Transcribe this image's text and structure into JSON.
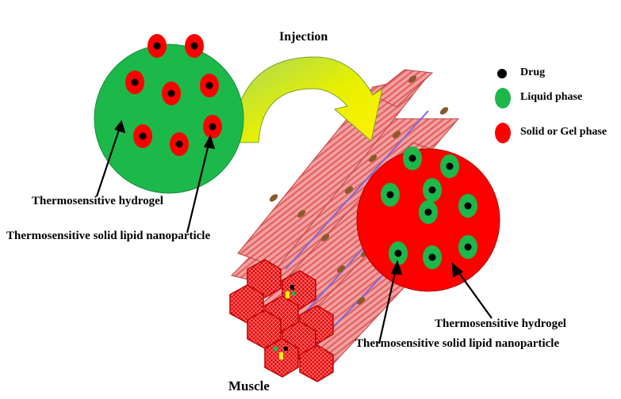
{
  "labels": {
    "injection": "Injection",
    "muscle": "Muscle",
    "left_hydrogel": "Thermosensitive  hydrogel",
    "left_sln": "Thermosensitive  solid lipid nanoparticle",
    "right_hydrogel": "Thermosensitive  hydrogel",
    "right_sln": "Thermosensitive  solid lipid nanoparticle"
  },
  "legend": {
    "items": [
      {
        "label": "Drug",
        "color": "#000000"
      },
      {
        "label": "Liquid phase",
        "color": "#1db84a"
      },
      {
        "label": "Solid or Gel phase",
        "color": "#ff0000"
      }
    ]
  },
  "colors": {
    "green": "#1db84a",
    "red": "#ff0000",
    "arrow_yellow": "#f2f200",
    "arrow_green": "#9bd64a",
    "muscle_pink": "#f29a9a",
    "muscle_dark": "#d94a4a",
    "nucleus": "#8a5a2a"
  }
}
